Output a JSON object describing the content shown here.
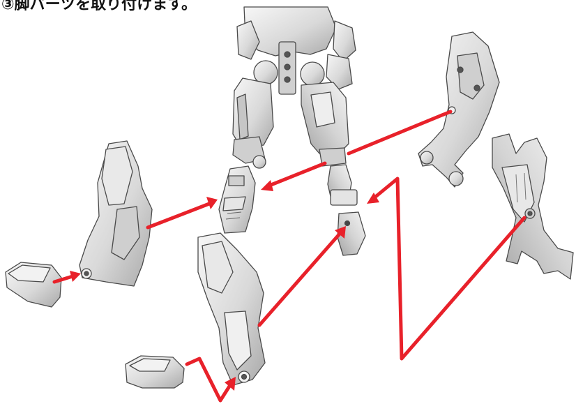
{
  "caption": "③脚パーツを取り付けます。",
  "colors": {
    "arrow": "#e8212a",
    "part_fill": "#dedede",
    "part_light": "#f2f2f2",
    "part_shade": "#b4b4b4",
    "outline": "#4a4a4a"
  },
  "parts": [
    "robot-upper-body",
    "left-thigh",
    "right-thigh",
    "left-lower-leg-frame",
    "right-lower-leg-frame",
    "left-shin-armor",
    "right-shin-armor",
    "left-foot-armor",
    "right-foot-armor",
    "leg-frame-part-a",
    "leg-frame-part-b"
  ]
}
